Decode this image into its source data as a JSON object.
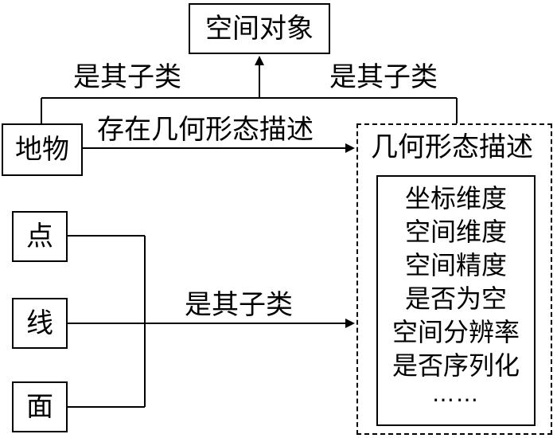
{
  "nodes": {
    "spatial_object": "空间对象",
    "feature": "地物",
    "point": "点",
    "line": "线",
    "surface": "面",
    "geometry_desc": "几何形态描述"
  },
  "edges": {
    "subclass_left": "是其子类",
    "subclass_right": "是其子类",
    "has_geometry": "存在几何形态描述",
    "subclass_bottom": "是其子类"
  },
  "attributes": [
    "坐标维度",
    "空间维度",
    "空间精度",
    "是否为空",
    "空间分辨率",
    "是否序列化"
  ],
  "ellipsis": "……"
}
